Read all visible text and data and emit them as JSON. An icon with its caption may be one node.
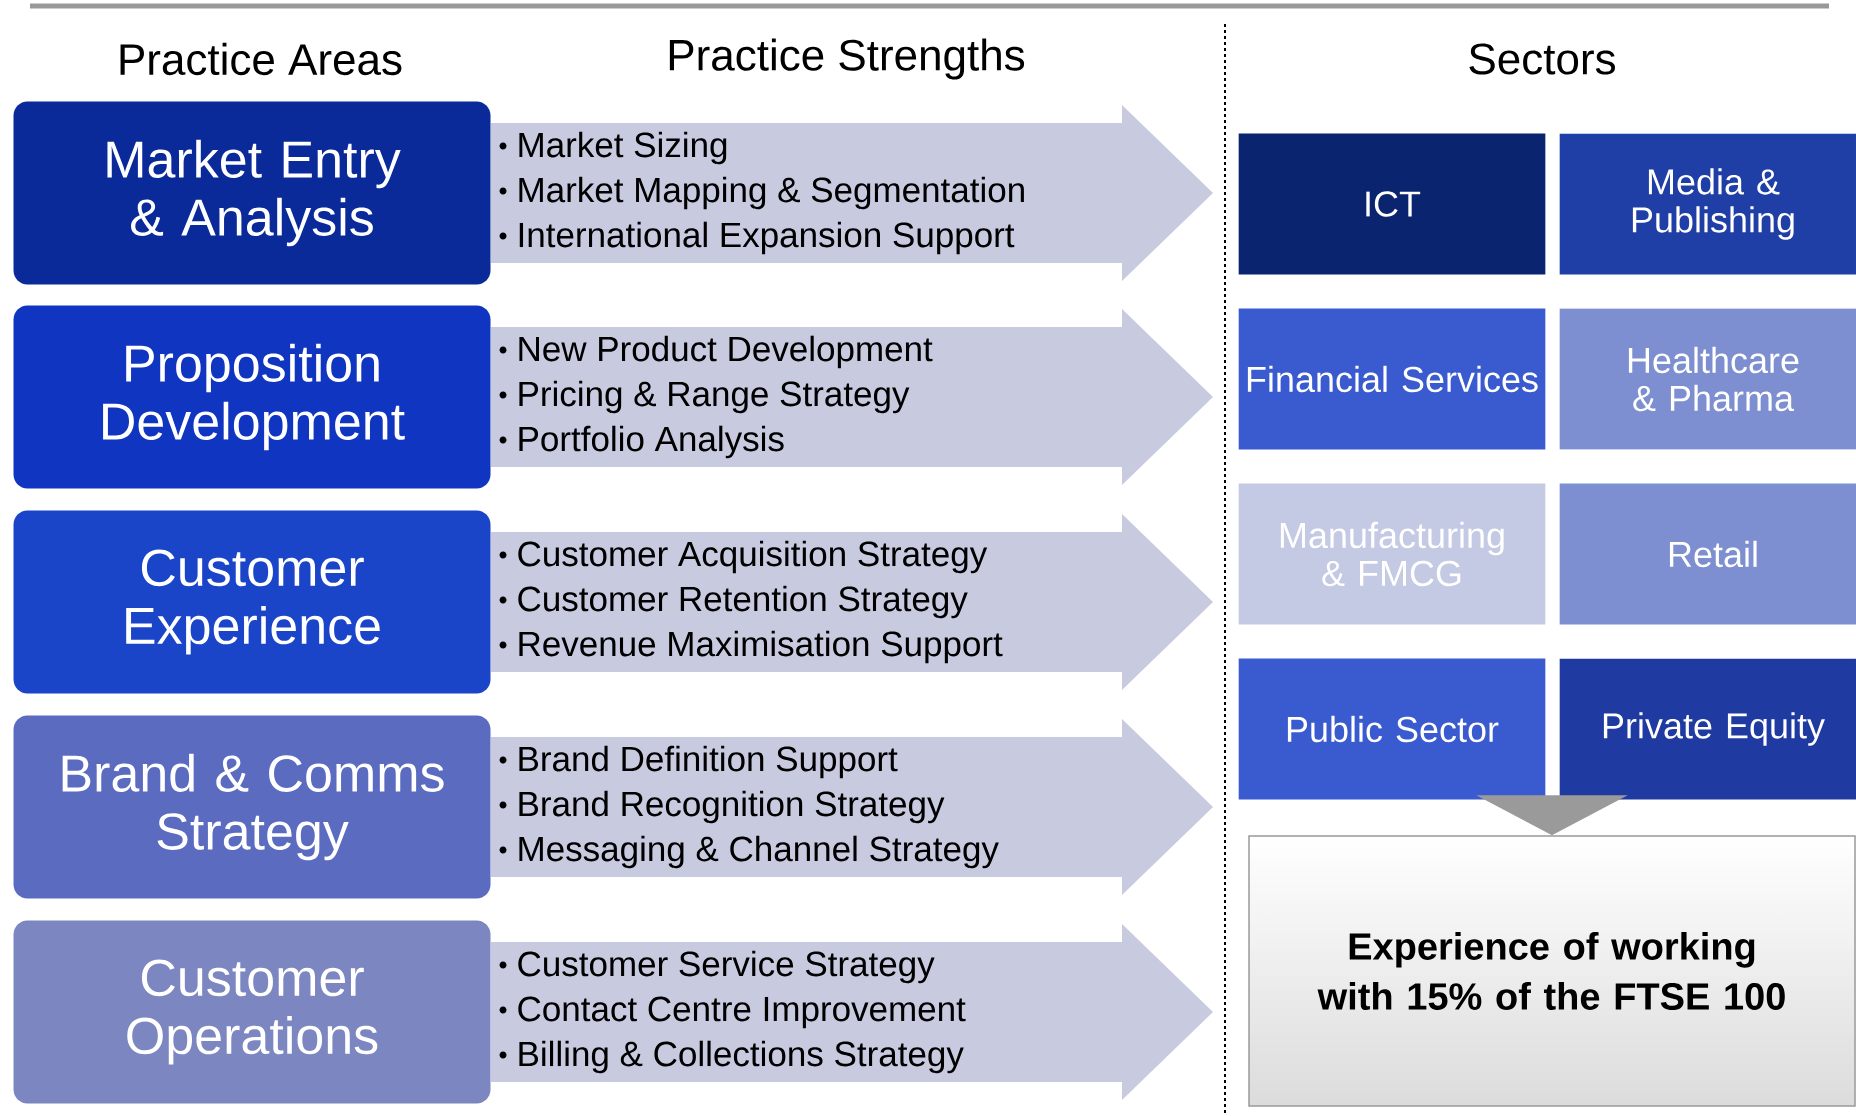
{
  "diagram": {
    "nodes": [
      {
        "text": [
          "Market Entry & Analysis"
        ]
      },
      {
        "text": [
          "Market Sizing",
          "Market Mapping & Segmentation",
          "International Expansion Support"
        ]
      },
      {
        "text": [
          "Proposition Development"
        ]
      },
      {
        "text": [
          "New Product Development",
          "Pricing & Range Strategy",
          "Portfolio Analysis"
        ]
      },
      {
        "text": [
          "Customer Experience"
        ]
      },
      {
        "text": [
          "Customer Acquisition Strategy",
          "Customer Retention Strategy",
          "Revenue Maximisation Support"
        ]
      },
      {
        "text": [
          "Brand & Comms Strategy"
        ]
      },
      {
        "text": [
          "Brand Definition Support",
          "Brand Recognition Strategy",
          "Messaging & Channel Strategy"
        ]
      },
      {
        "text": [
          "Customer Operations"
        ]
      },
      {
        "text": [
          "Customer Service Strategy",
          "Contact Centre Improvement",
          "Billing & Collections Strategy"
        ]
      },
      {
        "text": [
          "ICT"
        ]
      },
      {
        "text": [
          "Media & Publishing"
        ]
      },
      {
        "text": [
          "Financial Services"
        ]
      },
      {
        "text": [
          "Healthcare & Pharma"
        ]
      },
      {
        "text": [
          "Manufacturing & FMCG"
        ]
      },
      {
        "text": [
          "Retail"
        ]
      },
      {
        "text": [
          "Public Sector"
        ]
      },
      {
        "text": [
          "Private Equity"
        ]
      },
      {
        "text": [
          "Experience of working with 15% of the FTSE 100"
        ]
      }
    ],
    "edges": [
      {
        "from": null,
        "to": 18,
        "arrow": "to"
      }
    ],
    "labels": [
      "Practice Areas",
      "Practice Strengths",
      "Sectors"
    ]
  }
}
